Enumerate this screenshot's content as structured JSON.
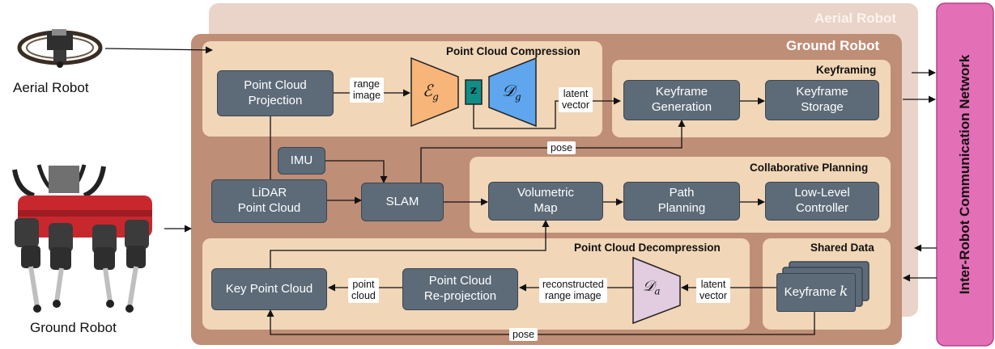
{
  "aerial_robot": {
    "label": "Aerial Robot",
    "panel_title": "Aerial Robot"
  },
  "ground_robot": {
    "label": "Ground Robot",
    "panel_title": "Ground Robot"
  },
  "network": {
    "label": "Inter-Robot Communication Network"
  },
  "sections": {
    "compression": "Point Cloud Compression",
    "keyframing": "Keyframing",
    "planning": "Collaborative Planning",
    "decompression": "Point Cloud Decompression",
    "shared": "Shared Data"
  },
  "nodes": {
    "pc_projection": [
      "Point Cloud",
      "Projection"
    ],
    "imu": "IMU",
    "lidar": [
      "LiDAR",
      "Point Cloud"
    ],
    "slam": "SLAM",
    "kf_generation": [
      "Keyframe",
      "Generation"
    ],
    "kf_storage": [
      "Keyframe",
      "Storage"
    ],
    "volumetric_map": [
      "Volumetric",
      "Map"
    ],
    "path_planning": [
      "Path",
      "Planning"
    ],
    "low_level": [
      "Low-Level",
      "Controller"
    ],
    "key_pc": "Key Point Cloud",
    "reprojection": [
      "Point Cloud",
      "Re-projection"
    ],
    "keyframe_k": "Keyframe"
  },
  "math": {
    "encoder": "ℰ",
    "encoder_sub": "g",
    "decoder": "𝒟",
    "decoder_sub": "g",
    "decoder_a_sub": "a",
    "latent_z": "z",
    "k": "k"
  },
  "edge_labels": {
    "range_image": [
      "range",
      "image"
    ],
    "latent_vector_top": [
      "latent",
      "vector"
    ],
    "pose_top": "pose",
    "point_cloud": [
      "point",
      "cloud"
    ],
    "reconstructed": [
      "reconstructed",
      "range image"
    ],
    "latent_vector_bottom": [
      "latent",
      "vector"
    ],
    "pose_bottom": "pose"
  },
  "colors": {
    "aerial_panel": "#ead3c8",
    "ground_panel": "#bf8e77",
    "inner_panel": "#f1d6b7",
    "node": "#5d6b78",
    "network": "#e36fb6",
    "encoder": "#f7b57a",
    "decoder": "#5fa6ef",
    "decoder_a": "#e2cce0",
    "latent": "#0f8d86"
  }
}
